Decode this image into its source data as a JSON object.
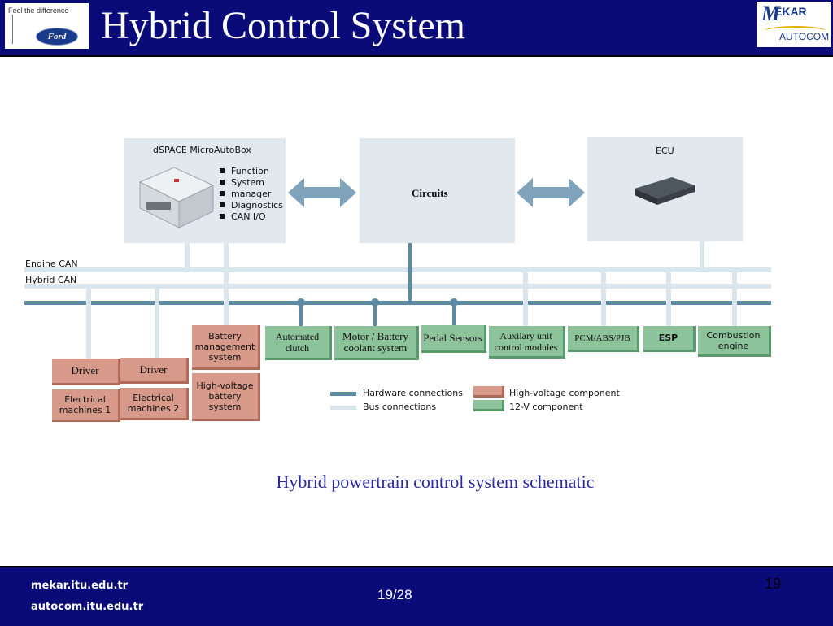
{
  "header": {
    "ford_tagline": "Feel the difference",
    "ford_logo": "Ford",
    "title": "Hybrid Control System",
    "mekar_top": "EKAR",
    "mekar_m": "M",
    "mekar_bottom": "AUTOCOM"
  },
  "diagram": {
    "microautobox": {
      "title": "dSPACE MicroAutoBox",
      "bullets": [
        "Function",
        "System",
        "manager",
        "Diagnostics",
        "CAN I/O"
      ]
    },
    "circuits": "Circuits",
    "ecu": "ECU",
    "bus_labels": {
      "engine_can": "Engine CAN",
      "hybrid_can": "Hybrid CAN"
    },
    "components": {
      "driver1": "Driver",
      "driver2": "Driver",
      "em1": "Electrical machines 1",
      "em2": "Electrical machines 2",
      "bms": "Battery management system",
      "hv_battery": "High-voltage battery system",
      "clutch": "Automated clutch",
      "motor_coolant": "Motor / Battery coolant system",
      "pedal": "Pedal Sensors",
      "aux": "Auxilary unit control modules",
      "pcm": "PCM/ABS/PJB",
      "esp": "ESP",
      "combustion": "Combustion engine"
    },
    "legend": {
      "hardware": "Hardware connections",
      "bus": "Bus connections",
      "hv": "High-voltage component",
      "v12": "12-V component"
    },
    "colors": {
      "hardware": "#5b8aa5",
      "bus": "#dbe5ec",
      "high_voltage": "#d79a8a",
      "v12": "#8dc39a"
    }
  },
  "caption": "Hybrid powertrain control system schematic",
  "footer": {
    "link1": "mekar.itu.edu.tr",
    "link2": "autocom.itu.edu.tr",
    "page": "19/28",
    "slide_number": "19"
  }
}
